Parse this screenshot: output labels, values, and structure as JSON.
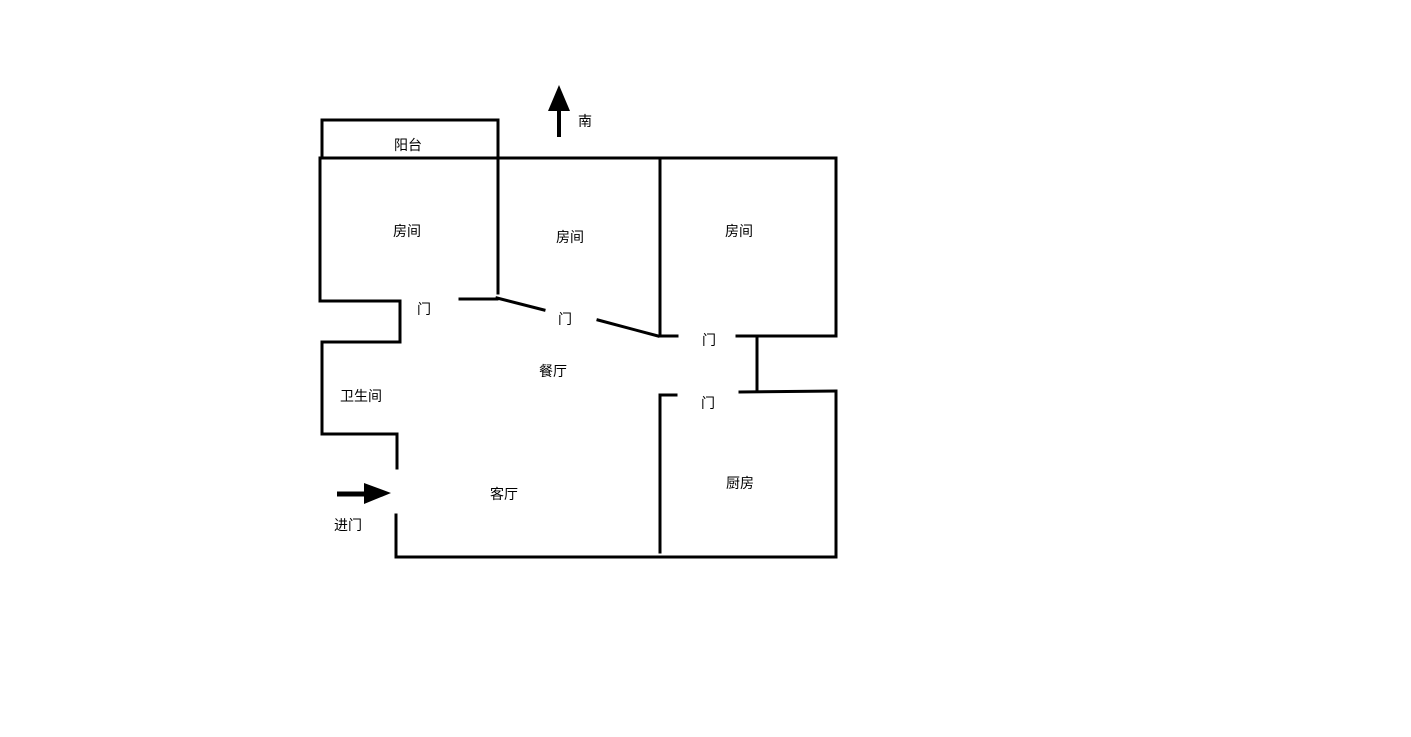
{
  "labels": {
    "balcony": "阳台",
    "south": "南",
    "room_1": "房间",
    "room_2": "房间",
    "room_3": "房间",
    "door_room_1": "门",
    "door_room_2": "门",
    "door_room_3": "门",
    "door_kitchen": "门",
    "dining_room": "餐厅",
    "bathroom": "卫生间",
    "living_room": "客厅",
    "kitchen": "厨房",
    "entrance": "进门"
  },
  "colors": {
    "walls": "#000000",
    "background": "#ffffff"
  },
  "icons": {
    "north_arrow": "up-arrow-icon",
    "entrance_arrow": "right-arrow-icon"
  }
}
